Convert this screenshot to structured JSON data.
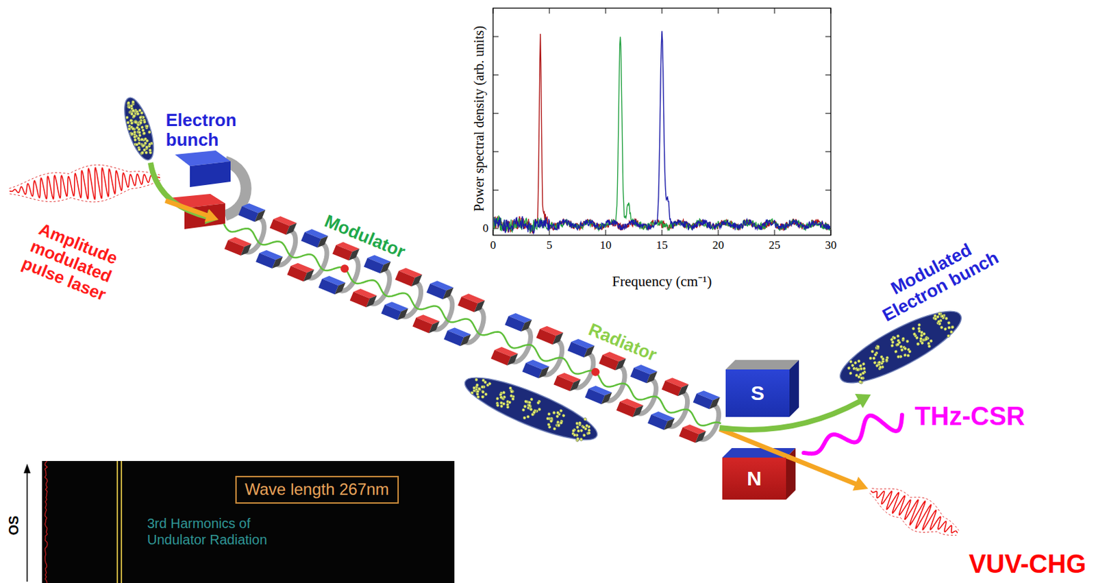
{
  "diagram": {
    "nodes": [
      {
        "text": [
          "3rd Harmonics of Undulator Radiation"
        ]
      },
      {
        "text": [
          "Wave length 267nm"
        ],
        "in": 0
      },
      {
        "text": [
          "S"
        ]
      },
      {
        "text": [
          "N"
        ]
      }
    ],
    "labels": [
      "Electron bunch",
      "Amplitude modulated pulse laser",
      "Modulator",
      "Radiator",
      "Modulated Electron bunch",
      "THz-CSR",
      "VUV-CHG",
      "Power spectral density (arb. units)",
      "Frequency (cm⁻¹)",
      "0",
      "0",
      "5",
      "10",
      "15",
      "20",
      "25",
      "30",
      "OS"
    ]
  }
}
